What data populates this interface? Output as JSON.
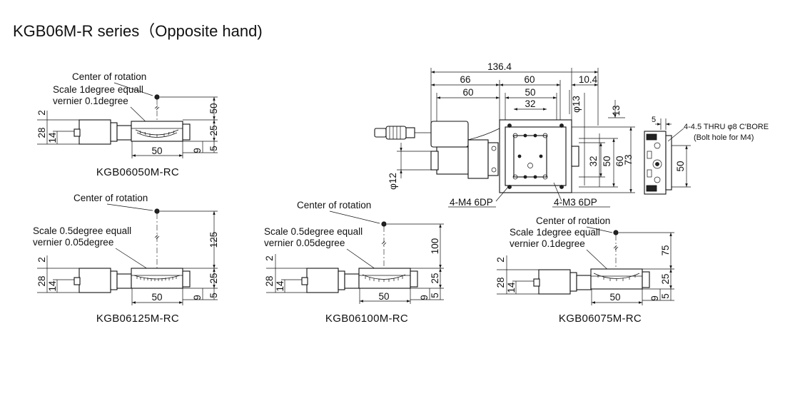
{
  "title": "KGB06M-R series（Opposite hand)",
  "models": {
    "m050": {
      "caption": "KGB06050M-RC",
      "center_label": "Center of rotation",
      "scale_line1": "Scale 1degree equall",
      "scale_line2": "vernier 0.1degree",
      "dims": {
        "radius": "50",
        "width": "50",
        "h25": "25",
        "h28": "28",
        "h14": "14",
        "h2": "2",
        "d9": "9",
        "d5": "5"
      }
    },
    "m125": {
      "caption": "KGB06125M-RC",
      "center_label": "Center of rotation",
      "scale_line1": "Scale 0.5degree equall",
      "scale_line2": "vernier 0.05degree",
      "dims": {
        "radius": "125",
        "width": "50",
        "h25": "25",
        "h28": "28",
        "h14": "14",
        "h2": "2",
        "d9": "9",
        "d5": "5"
      }
    },
    "m100": {
      "caption": "KGB06100M-RC",
      "center_label": "Center of rotation",
      "scale_line1": "Scale 0.5degree equall",
      "scale_line2": "vernier 0.05degree",
      "dims": {
        "radius": "100",
        "width": "50",
        "h25": "25",
        "h28": "28",
        "h14": "14",
        "h2": "2",
        "d9": "9",
        "d5": "5"
      }
    },
    "m075": {
      "caption": "KGB06075M-RC",
      "center_label": "Center of rotation",
      "scale_line1": "Scale 1degree equall",
      "scale_line2": "vernier 0.1degree",
      "dims": {
        "radius": "75",
        "width": "50",
        "h25": "25",
        "h28": "28",
        "h14": "14",
        "h2": "2",
        "d9": "9",
        "d5": "5"
      }
    }
  },
  "top_view": {
    "d_total": "136.4",
    "d66": "66",
    "d60_top": "60",
    "d10_4": "10.4",
    "d60_left": "60",
    "d50": "50",
    "d32_top": "32",
    "phi13": "φ13",
    "d13": "13",
    "phi12": "φ12",
    "d32_right": "32",
    "d50_right": "50",
    "d60_right": "60",
    "d73": "73",
    "m4_label": "4-M4 6DP",
    "m3_label": "4-M3 6DP"
  },
  "side_view": {
    "d5": "5",
    "d50": "50",
    "bolt_line1": "4-4.5 THRU φ8 C'BORE",
    "bolt_line2": "(Bolt hole for M4)"
  }
}
